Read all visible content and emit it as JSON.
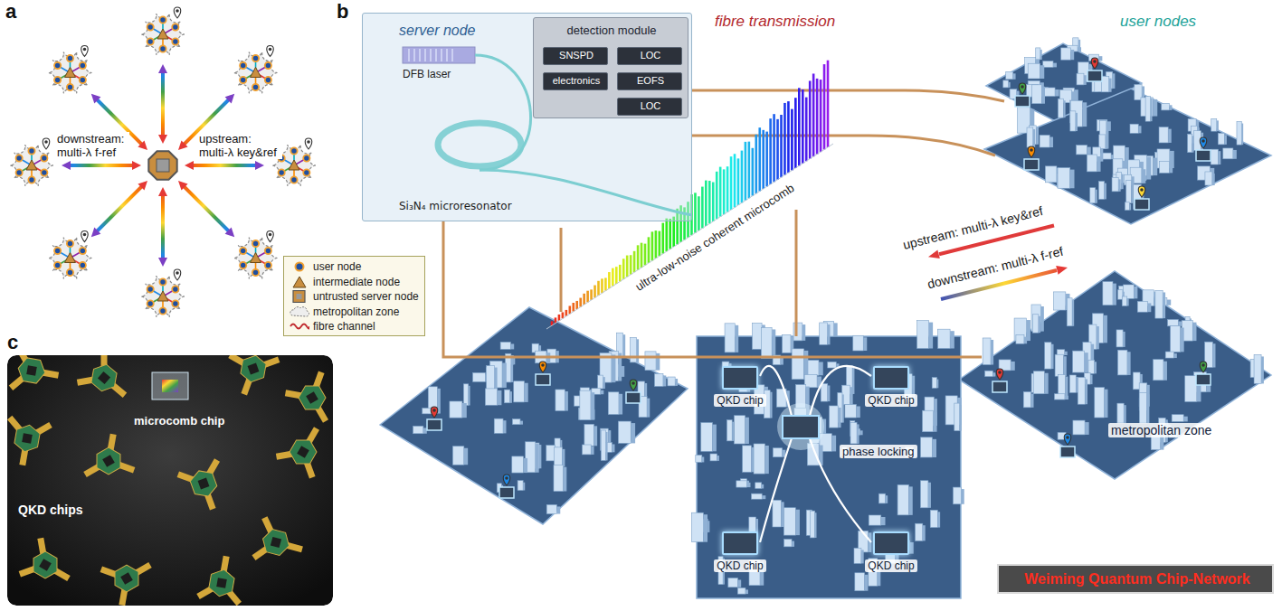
{
  "diagram": {
    "nodes": [
      {
        "text": [
          "server node"
        ]
      },
      {
        "text": [
          "DFB laser"
        ],
        "in": 0
      },
      {
        "text": [
          "Si₃N₄ microresonator"
        ],
        "in": 0
      },
      {
        "text": [
          "detection module"
        ],
        "in": 0
      },
      {
        "text": [
          "SNSPD"
        ],
        "in": 3
      },
      {
        "text": [
          "LOC"
        ],
        "in": 3
      },
      {
        "text": [
          "electronics"
        ],
        "in": 3
      },
      {
        "text": [
          "EOFS"
        ],
        "in": 3
      },
      {
        "text": [
          "LOC"
        ],
        "in": 3
      },
      {
        "text": [
          "QKD chip"
        ]
      },
      {
        "text": [
          "QKD chip"
        ]
      },
      {
        "text": [
          "QKD chip"
        ]
      },
      {
        "text": [
          "QKD chip"
        ]
      },
      {
        "text": [
          "metropolitan zone"
        ]
      },
      {
        "text": [
          "Weiming Quantum Chip-Network"
        ]
      }
    ],
    "edges": [
      {
        "from": 0,
        "to": 13,
        "arrow": "none"
      }
    ],
    "labels": [
      "a",
      "b",
      "c",
      "downstream: multi-λ f-ref",
      "upstream: multi-λ key&ref",
      "fibre transmission",
      "user nodes",
      "ultra-low-noise coherent microcomb",
      "upstream: multi-λ key&ref",
      "downstream: multi-λ f-ref",
      "phase locking",
      "microcomb chip",
      "QKD chips"
    ],
    "legend": [
      {
        "text": "user node"
      },
      {
        "text": "intermediate node"
      },
      {
        "text": "untrusted server node"
      },
      {
        "text": "metropolitan zone"
      },
      {
        "text": "fibre channel"
      }
    ]
  }
}
